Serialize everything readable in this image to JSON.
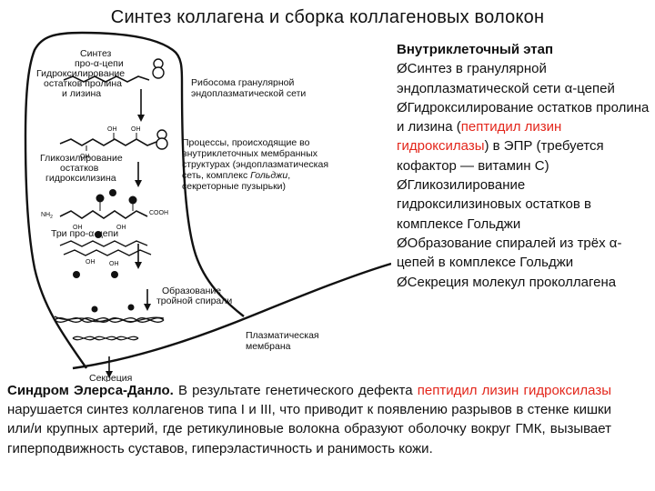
{
  "title": "Синтез коллагена и сборка коллагеновых волокон",
  "diagram": {
    "labels": {
      "synthesis_1": "Синтез",
      "synthesis_2": "про-α-цепи",
      "hydroxylation_1": "Гидроксилирование",
      "hydroxylation_2": "остатков пролина",
      "hydroxylation_3": "и лизина",
      "ribosome_1": "Рибосома гранулярной",
      "ribosome_2": "эндоплазматической сети",
      "processes_1": "Процессы, происходящие во",
      "processes_2": "внутриклеточных мембранных",
      "processes_3": "структурах (эндоплазматическая",
      "processes_4a": "сеть, комплекс ",
      "processes_4b": "Гольджи",
      "processes_4c": ",",
      "processes_5": "секреторные пузырьки)",
      "glycosylation_1": "Гликозилирование",
      "glycosylation_2": "остатков",
      "glycosylation_3": "гидроксилизина",
      "triple_chain": "Три про-α-цепи",
      "helix_1": "Образование",
      "helix_2": "тройной спирали",
      "membrane_1": "Плазматическая",
      "membrane_2": "мембрана",
      "secretion": "Секреция"
    },
    "chem": {
      "oh": "OH",
      "nh2": "NH",
      "sub2": "2",
      "cooh": "COOH"
    }
  },
  "stage": {
    "heading": "Внутриклеточный этап",
    "bullet": "Ø",
    "items": {
      "i1": "Синтез в гранулярной эндоплазматической сети α-цепей",
      "i2a": "Гидроксилирование остатков пролина и лизина (",
      "i2b": "пептидил лизин гидроксилазы",
      "i2c": ") в ЭПР (требуется кофактор — витамин С)",
      "i3": "Гликозилирование гидроксилизиновых остатков в комплексе Гольджи",
      "i4a": "Образование спиралей из трёх ",
      "i4b": "α",
      "i4c": "-цепей в комплексе Гольджи",
      "i5": "Секреция молекул проколлагена"
    }
  },
  "syndrome": {
    "name": "Синдром Элерса-Данло.",
    "t1": " В результате генетического дефекта ",
    "enzyme": "пептидил лизин гидроксилазы",
    "t2": " нарушается синтез коллагенов типа I и III, что приводит к появлению разрывов в стенке кишки или/и крупных артерий, где ретикулиновые волокна образуют оболочку вокруг ГМК, вызывает гиперподвижность суставов, гиперэластичность и ранимость кожи."
  }
}
